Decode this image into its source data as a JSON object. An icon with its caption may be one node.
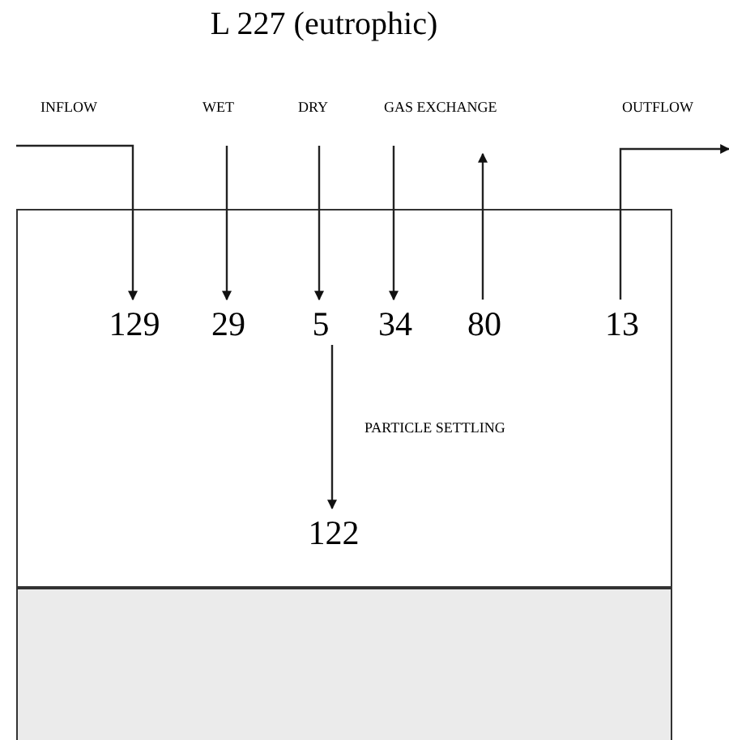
{
  "diagram": {
    "title": "L 227 (eutrophic)",
    "nodes": [
      {
        "text": [],
        "shape": "box"
      },
      {
        "text": [],
        "shape": "box"
      },
      {
        "text": [
          "129"
        ],
        "in": 0
      },
      {
        "text": [
          "29"
        ],
        "in": 0
      },
      {
        "text": [
          "5"
        ],
        "in": 0
      },
      {
        "text": [
          "34"
        ],
        "in": 0
      },
      {
        "text": [
          "80"
        ],
        "in": 0
      },
      {
        "text": [
          "13"
        ],
        "in": 0
      },
      {
        "text": [
          "122"
        ],
        "in": 0
      }
    ],
    "edges": [
      {
        "from": null,
        "to": 2,
        "arrow": "to",
        "label": "INFLOW"
      },
      {
        "from": null,
        "to": 3,
        "arrow": "to",
        "label": "WET"
      },
      {
        "from": null,
        "to": 4,
        "arrow": "to",
        "label": "DRY"
      },
      {
        "from": null,
        "to": 5,
        "arrow": "to"
      },
      {
        "from": 6,
        "to": null,
        "arrow": "to"
      },
      {
        "from": 7,
        "to": null,
        "arrow": "to",
        "label": "OUTFLOW"
      },
      {
        "from": 4,
        "to": 8,
        "arrow": "to",
        "label": "PARTICLE SETTLING"
      }
    ],
    "labels": [
      "GAS EXCHANGE"
    ]
  }
}
